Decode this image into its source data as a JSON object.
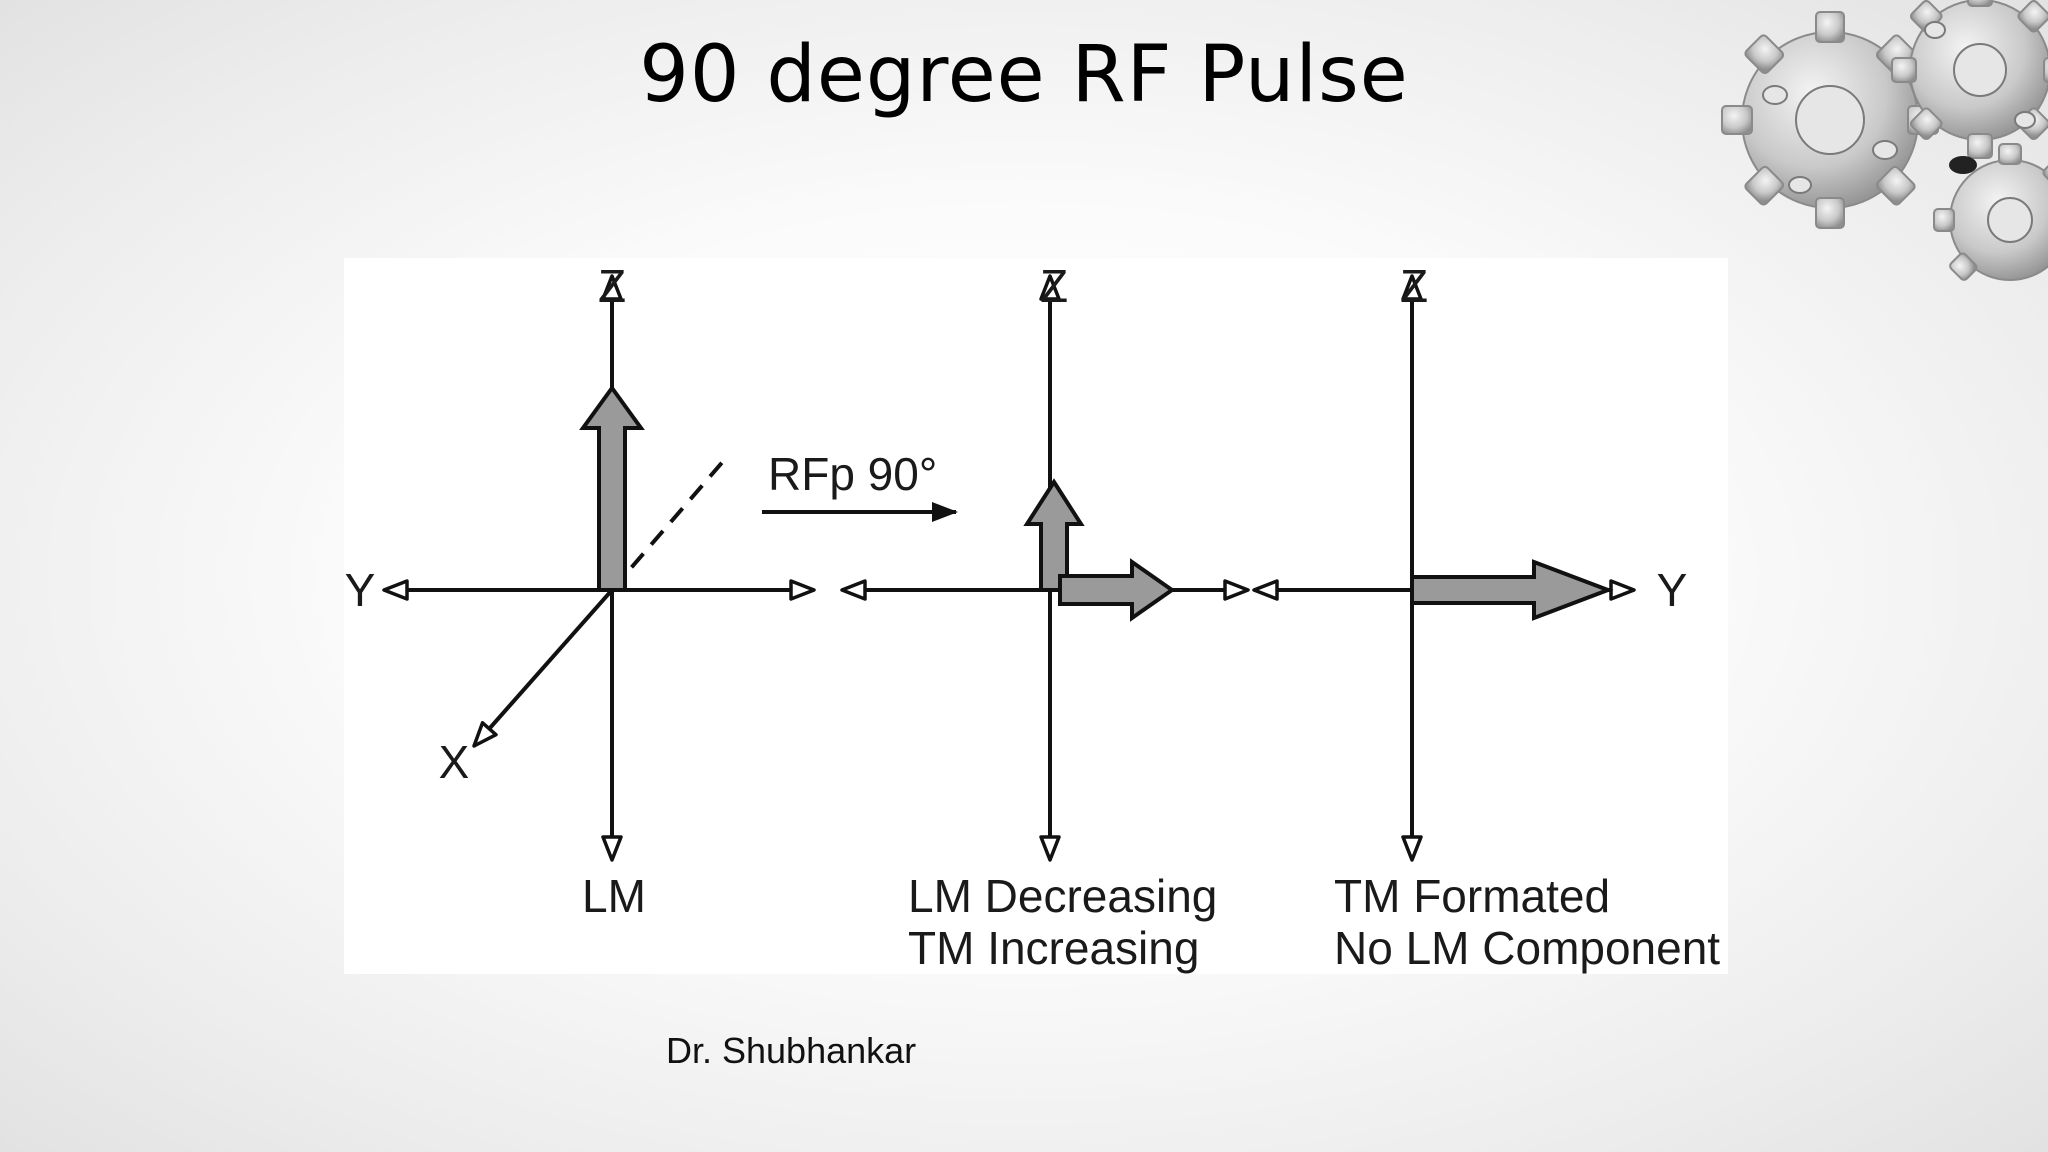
{
  "slide": {
    "title": "90 degree RF Pulse",
    "credit": "Dr. Shubhankar"
  },
  "diagram": {
    "pulse_label": "RFp 90°",
    "panels": [
      {
        "axis_labels": {
          "z": "Z",
          "y": "Y",
          "x": "X"
        },
        "caption": [
          "LM"
        ]
      },
      {
        "axis_labels": {
          "z": "Z"
        },
        "caption": [
          "LM Decreasing",
          "TM Increasing"
        ]
      },
      {
        "axis_labels": {
          "z": "Z",
          "y": "Y"
        },
        "caption": [
          "TM Formated",
          "No LM Component"
        ]
      }
    ]
  },
  "colors": {
    "arrow_fill": "#9a9a9a",
    "line": "#111111"
  },
  "icons": [
    "gears-decoration-icon"
  ]
}
